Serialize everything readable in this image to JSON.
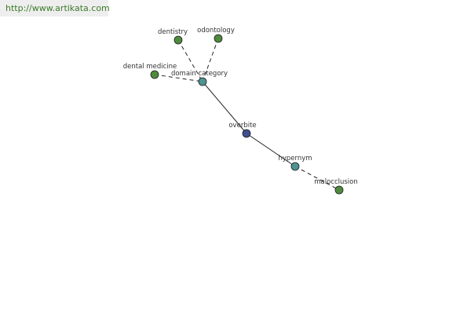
{
  "watermark": {
    "text": "http://www.artikata.com"
  },
  "graph": {
    "nodes": [
      {
        "id": "dentistry",
        "label": "dentistry",
        "kind": "leaf"
      },
      {
        "id": "odontology",
        "label": "odontology",
        "kind": "leaf"
      },
      {
        "id": "dental-medicine",
        "label": "dental medicine",
        "kind": "leaf"
      },
      {
        "id": "domain-category",
        "label": "domain category",
        "kind": "relation"
      },
      {
        "id": "overbite",
        "label": "overbite",
        "kind": "center"
      },
      {
        "id": "hypernym",
        "label": "hypernym",
        "kind": "relation"
      },
      {
        "id": "malocclusion",
        "label": "malocclusion",
        "kind": "leaf"
      }
    ],
    "edges": [
      {
        "from": "dentistry",
        "to": "domain-category",
        "style": "dashed"
      },
      {
        "from": "odontology",
        "to": "domain-category",
        "style": "dashed"
      },
      {
        "from": "dental-medicine",
        "to": "domain-category",
        "style": "dashed"
      },
      {
        "from": "domain-category",
        "to": "overbite",
        "style": "solid"
      },
      {
        "from": "overbite",
        "to": "hypernym",
        "style": "solid"
      },
      {
        "from": "hypernym",
        "to": "malocclusion",
        "style": "dashed"
      }
    ],
    "colors": {
      "leaf": "#4f8a3e",
      "relation": "#4e9393",
      "center": "#3d4f8f",
      "edge": "#222222",
      "node_stroke": "#1e1e1e"
    }
  }
}
